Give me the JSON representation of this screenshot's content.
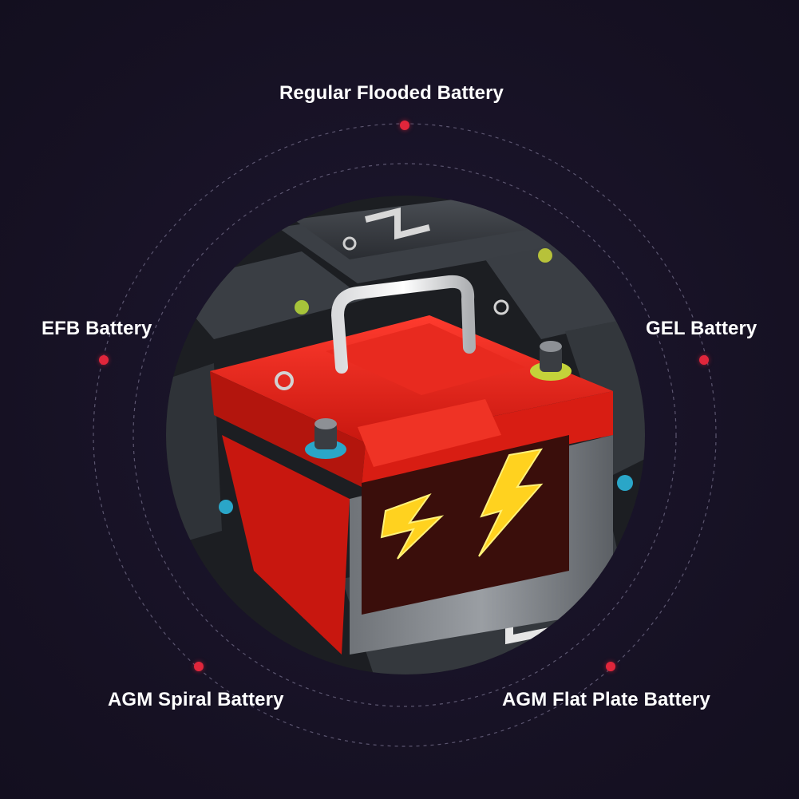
{
  "categories": [
    {
      "id": "regular-flooded",
      "label": "Regular Flooded Battery"
    },
    {
      "id": "efb",
      "label": "EFB Battery"
    },
    {
      "id": "gel",
      "label": "GEL Battery"
    },
    {
      "id": "agm-spiral",
      "label": "AGM Spiral Battery"
    },
    {
      "id": "agm-flat-plate",
      "label": "AGM Flat Plate Battery"
    }
  ],
  "colors": {
    "background": "#171226",
    "accent_dot": "#e0263b",
    "battery_case_red": "#e3251c",
    "bolt_yellow": "#ffd21f"
  },
  "icons": [
    "lightning-bolt-icon",
    "terminal-post-icon",
    "handle-icon"
  ]
}
